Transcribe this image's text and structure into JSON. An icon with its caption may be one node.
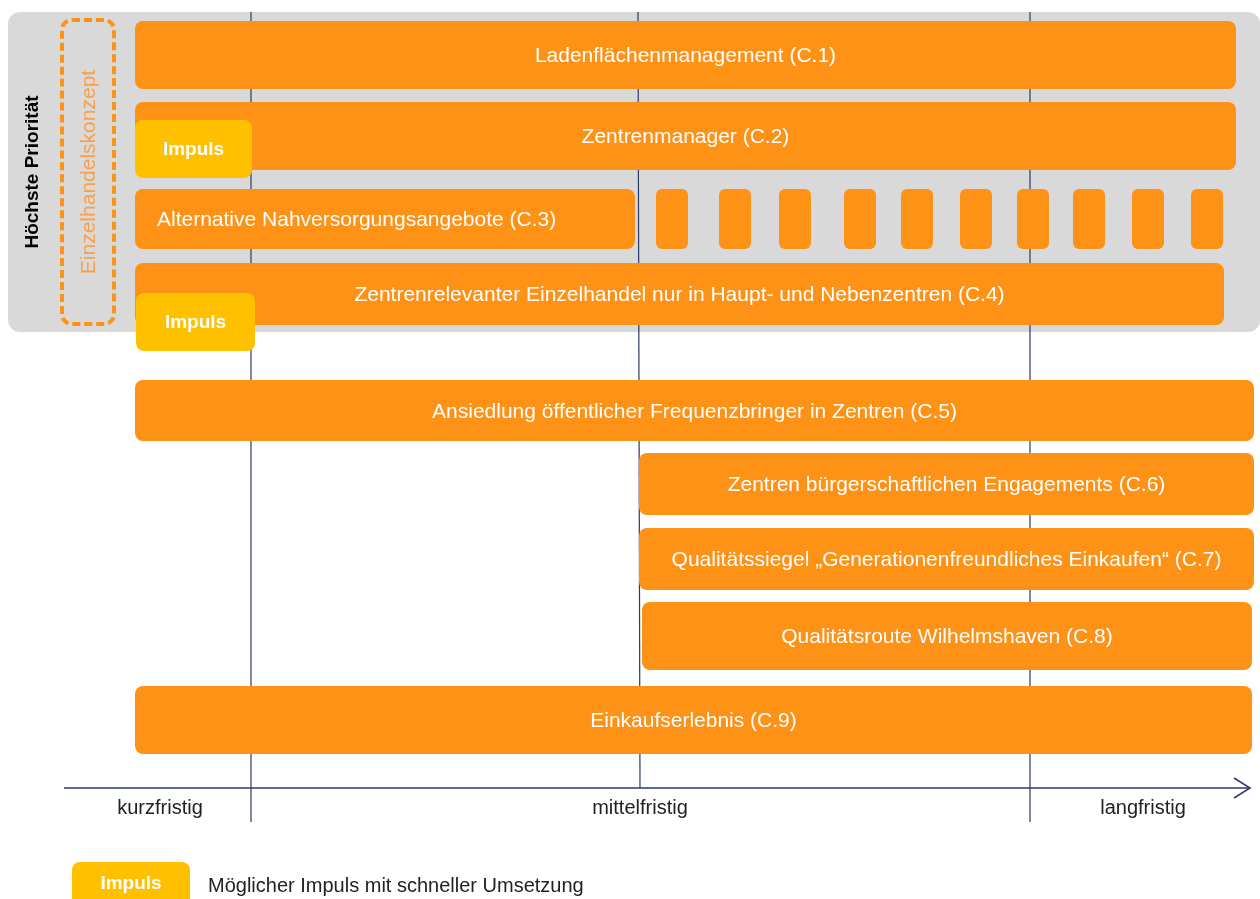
{
  "diagram": {
    "nodes": [
      {
        "text": [
          "Höchste Priorität"
        ]
      },
      {
        "text": [
          "Einzelhandelskonzept"
        ],
        "in": 0
      },
      {
        "text": [
          "Ladenflächenmanagement (C.1)"
        ],
        "in": 0
      },
      {
        "text": [
          "Zentrenmanager (C.2)"
        ],
        "in": 0
      },
      {
        "text": [
          "Impuls"
        ],
        "in": 0
      },
      {
        "text": [
          "Alternative Nahversorgungsangebote (C.3)"
        ],
        "in": 0
      },
      {
        "text": [],
        "shape": "box",
        "in": 0
      },
      {
        "text": [],
        "shape": "box",
        "in": 0
      },
      {
        "text": [],
        "shape": "box",
        "in": 0
      },
      {
        "text": [],
        "shape": "box",
        "in": 0
      },
      {
        "text": [],
        "shape": "box",
        "in": 0
      },
      {
        "text": [],
        "shape": "box",
        "in": 0
      },
      {
        "text": [],
        "shape": "box",
        "in": 0
      },
      {
        "text": [],
        "shape": "box",
        "in": 0
      },
      {
        "text": [],
        "shape": "box",
        "in": 0
      },
      {
        "text": [],
        "shape": "box",
        "in": 0
      },
      {
        "text": [
          "Zentrenrelevanter Einzelhandel nur in Haupt- und Nebenzentren (C.4)"
        ],
        "in": 0
      },
      {
        "text": [
          "Impuls"
        ]
      },
      {
        "text": [
          "Ansiedlung öffentlicher Frequenzbringer in Zentren (C.5)"
        ]
      },
      {
        "text": [
          "Zentren bürgerschaftlichen Engagements (C.6)"
        ]
      },
      {
        "text": [
          "Qualitätssiegel „Generationenfreundliches Einkaufen“ (C.7)"
        ]
      },
      {
        "text": [
          "Qualitätsroute Wilhelmshaven (C.8)"
        ]
      },
      {
        "text": [
          "Einkaufserlebnis (C.9)"
        ]
      }
    ],
    "labels": [
      "kurzfristig",
      "mittelfristig",
      "langfristig",
      "Impuls"
    ],
    "legend": [
      {
        "text": "Möglicher Impuls mit schneller Umsetzung",
        "color": "#ffc000"
      }
    ]
  }
}
